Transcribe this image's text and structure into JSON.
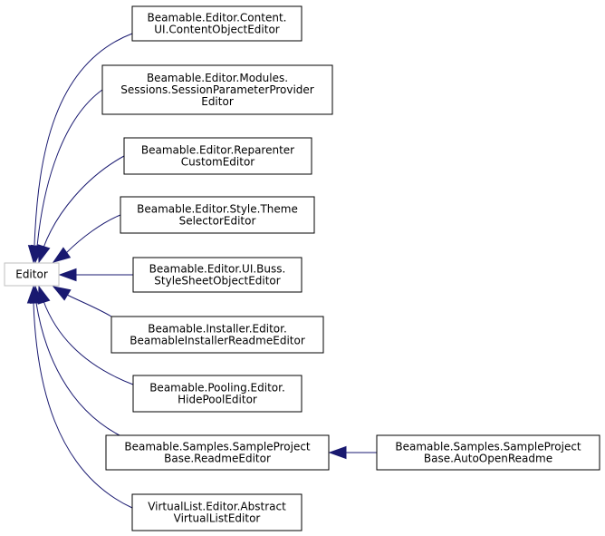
{
  "diagram": {
    "root": {
      "id": "editor",
      "lines": [
        "Editor"
      ]
    },
    "nodes": [
      {
        "id": "content-object-editor",
        "lines": [
          "Beamable.Editor.Content.",
          "UI.ContentObjectEditor"
        ]
      },
      {
        "id": "session-parameter-provider-editor",
        "lines": [
          "Beamable.Editor.Modules.",
          "Sessions.SessionParameterProvider",
          "Editor"
        ]
      },
      {
        "id": "reparenter-custom-editor",
        "lines": [
          "Beamable.Editor.Reparenter",
          "CustomEditor"
        ]
      },
      {
        "id": "theme-selector-editor",
        "lines": [
          "Beamable.Editor.Style.Theme",
          "SelectorEditor"
        ]
      },
      {
        "id": "style-sheet-object-editor",
        "lines": [
          "Beamable.Editor.UI.Buss.",
          "StyleSheetObjectEditor"
        ]
      },
      {
        "id": "beamable-installer-readme-editor",
        "lines": [
          "Beamable.Installer.Editor.",
          "BeamableInstallerReadmeEditor"
        ]
      },
      {
        "id": "hide-pool-editor",
        "lines": [
          "Beamable.Pooling.Editor.",
          "HidePoolEditor"
        ]
      },
      {
        "id": "readme-editor",
        "lines": [
          "Beamable.Samples.SampleProject",
          "Base.ReadmeEditor"
        ]
      },
      {
        "id": "auto-open-readme",
        "lines": [
          "Beamable.Samples.SampleProject",
          "Base.AutoOpenReadme"
        ]
      },
      {
        "id": "abstract-virtual-list-editor",
        "lines": [
          "VirtualList.Editor.Abstract",
          "VirtualListEditor"
        ]
      }
    ],
    "edges": [
      {
        "from": "content-object-editor",
        "to": "editor"
      },
      {
        "from": "session-parameter-provider-editor",
        "to": "editor"
      },
      {
        "from": "reparenter-custom-editor",
        "to": "editor"
      },
      {
        "from": "theme-selector-editor",
        "to": "editor"
      },
      {
        "from": "style-sheet-object-editor",
        "to": "editor"
      },
      {
        "from": "beamable-installer-readme-editor",
        "to": "editor"
      },
      {
        "from": "hide-pool-editor",
        "to": "editor"
      },
      {
        "from": "readme-editor",
        "to": "editor"
      },
      {
        "from": "abstract-virtual-list-editor",
        "to": "editor"
      },
      {
        "from": "auto-open-readme",
        "to": "readme-editor"
      }
    ],
    "colors": {
      "edge": "#191970",
      "root_border": "#bfbfbf",
      "node_border": "#000000"
    }
  }
}
